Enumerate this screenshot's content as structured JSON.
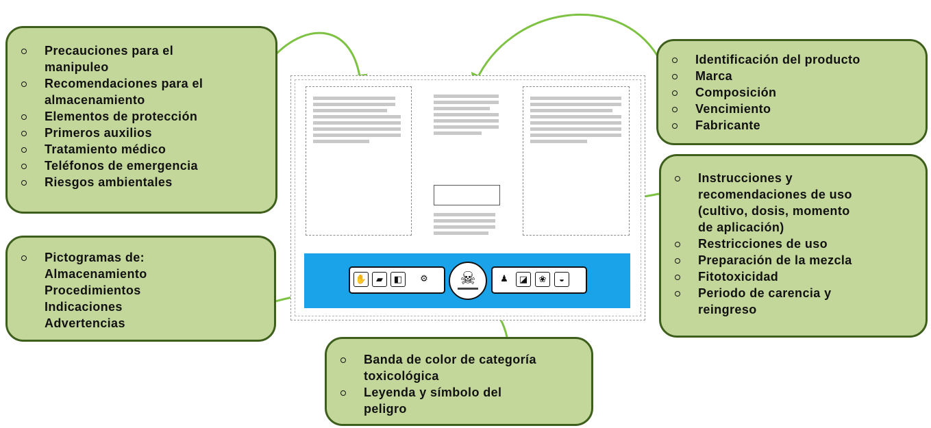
{
  "boxes": {
    "left_top": {
      "items": [
        [
          "Precauciones para el",
          "manipuleo"
        ],
        [
          "Recomendaciones para el",
          "almacenamiento"
        ],
        [
          "Elementos de protección"
        ],
        [
          "Primeros auxilios"
        ],
        [
          "Tratamiento médico"
        ],
        [
          "Teléfonos  de emergencia"
        ],
        [
          "Riesgos ambientales"
        ]
      ]
    },
    "left_bottom": {
      "item": "Pictogramas de:",
      "lines": [
        "Almacenamiento",
        "Procedimientos",
        "Indicaciones",
        "Advertencias"
      ]
    },
    "right_top": {
      "items": [
        "Identificación del producto",
        "Marca",
        "Composición",
        "Vencimiento",
        "Fabricante"
      ]
    },
    "right_bottom": {
      "items": [
        [
          "Instrucciones y",
          "recomendaciones de uso",
          "(cultivo, dosis, momento",
          "de aplicación)"
        ],
        [
          "Restricciones de uso"
        ],
        [
          "Preparación de la mezcla"
        ],
        [
          "Fitotoxicidad"
        ],
        [
          "Periodo de carencia y",
          "reingreso"
        ]
      ]
    },
    "bottom": {
      "items": [
        [
          "Banda de color de categoría",
          "toxicológica"
        ],
        [
          "Leyenda y símbolo del",
          "peligro"
        ]
      ]
    }
  },
  "colors": {
    "box_fill": "#c4d79b",
    "box_border": "#3e5f1c",
    "arrow": "#7dc242",
    "band": "#1aa3e8",
    "placeholder_text": "#c8c8c8"
  },
  "icons": {
    "danger_symbol": "skull-crossbones-icon",
    "left_pictograms": [
      "store-locked-icon",
      "handle-product-icon",
      "wear-protection-icon",
      "spray-icon"
    ],
    "right_pictograms": [
      "wear-suit-icon",
      "wash-after-use-icon",
      "hazard-animals-icon",
      "hazard-fish-icon"
    ]
  }
}
